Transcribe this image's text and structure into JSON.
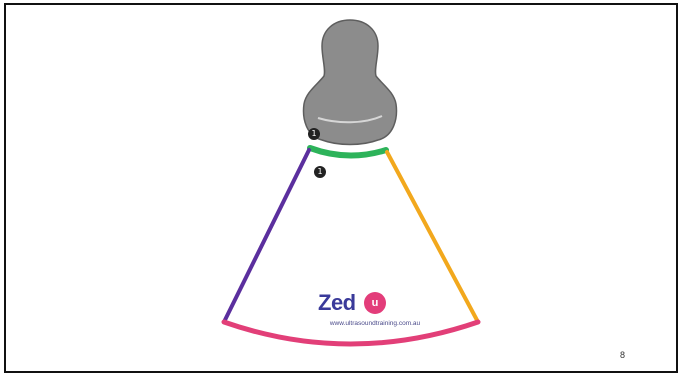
{
  "logo": {
    "word": "Zed",
    "badge": "u",
    "url": "www.ultrasoundtraining.com.au"
  },
  "page_number": "8",
  "markers": {
    "probe_marker_glyph": "1",
    "image_marker_glyph": "1"
  },
  "colors": {
    "probe_body": "#8c8c8c",
    "footprint": "#2db35a",
    "left_edge": "#5b2f9e",
    "right_edge": "#f2a81d",
    "far_field_arc": "#e23f78",
    "logo_text": "#3a3a9a",
    "logo_badge": "#e33d7a"
  },
  "icons": {
    "probe": "ultrasound-probe-icon",
    "marker": "orientation-marker-icon"
  }
}
